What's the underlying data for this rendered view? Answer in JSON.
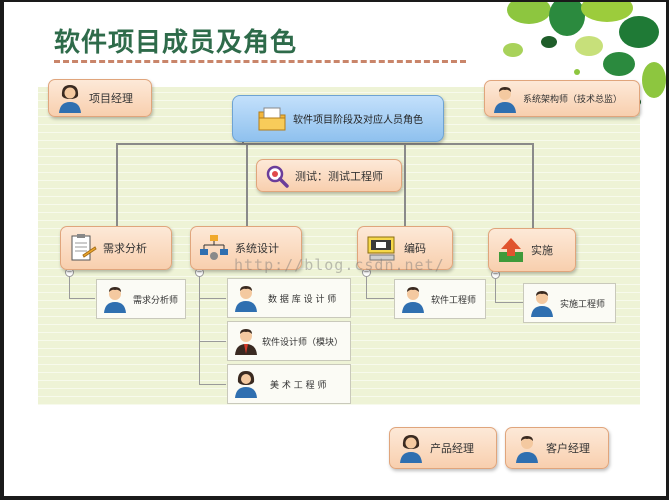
{
  "title": "软件项目成员及角色",
  "watermark": "http://blog.csdn.net/",
  "root": "软件项目阶段及对应人员角色",
  "pm": "项目经理",
  "architect": "系统架构师（技术总监）",
  "tester": "测试：测试工程师",
  "phases": {
    "analysis": "需求分析",
    "design": "系统设计",
    "coding": "编码",
    "deploy": "实施"
  },
  "roles": {
    "analyst": "需求分析师",
    "dba": "数 据 库 设 计 师",
    "designer": "软件设计师（模块）",
    "artist": "美 术 工 程 师",
    "engineer": "软件工程师",
    "implementer": "实施工程师"
  },
  "product_manager": "产品经理",
  "account_manager": "客户经理",
  "colors": {
    "title": "#2e6b4a",
    "node_fill": "#f8cfae",
    "root_fill": "#8fc1ee",
    "panel": "#eef3d6"
  },
  "icons": [
    "female-person-icon",
    "male-person-icon",
    "businessman-icon",
    "folder-icon",
    "magnifier-icon",
    "clipboard-icon",
    "flowchart-icon",
    "computer-icon",
    "upload-arrow-icon",
    "leaf-decoration"
  ]
}
